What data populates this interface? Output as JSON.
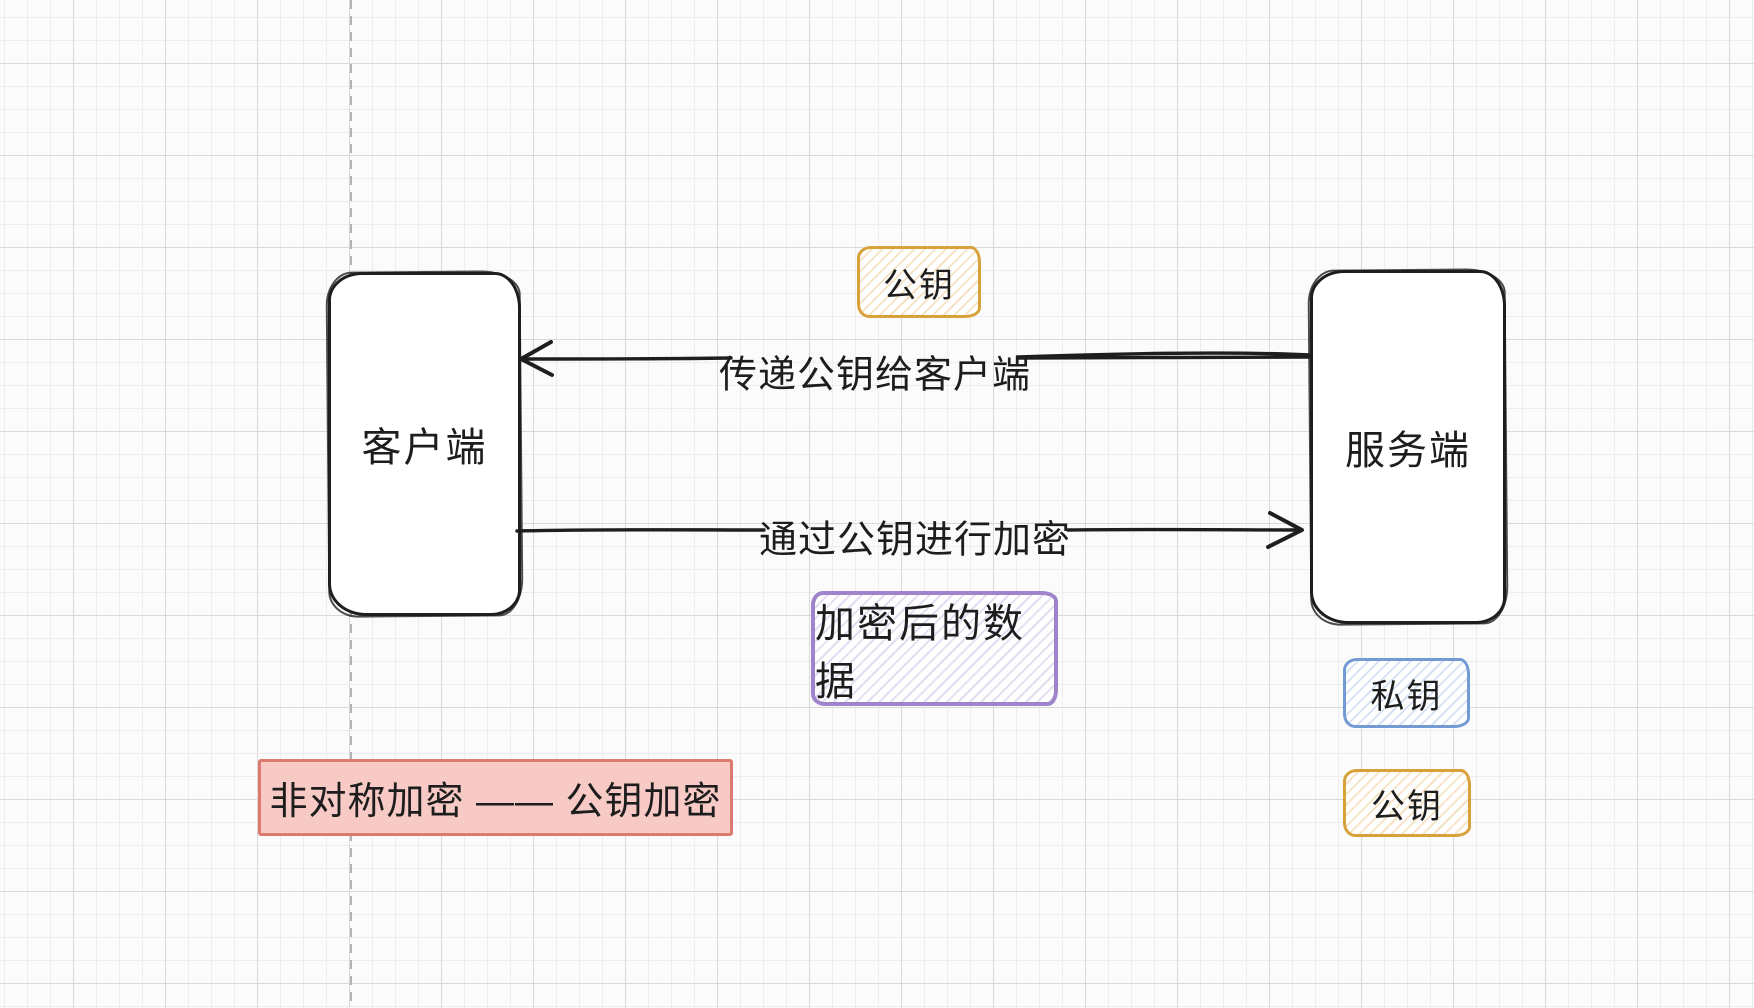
{
  "diagram": {
    "title_caption": {
      "label": "非对称加密 —— 公钥加密",
      "fill_color": "#f8cac5",
      "border_color": "#db7b70"
    },
    "nodes": {
      "client": {
        "label": "客户端"
      },
      "server": {
        "label": "服务端"
      },
      "public_key_top": {
        "label": "公钥",
        "accent_color": "#d9a13a"
      },
      "encrypted_data": {
        "label": "加密后的数据",
        "accent_color": "#9f84cc"
      },
      "private_key": {
        "label": "私钥",
        "accent_color": "#729bd4"
      },
      "public_key_bottom": {
        "label": "公钥",
        "accent_color": "#d9a13a"
      }
    },
    "arrows": {
      "pass_public_key": {
        "label": "传递公钥给客户端",
        "direction": "right-to-left"
      },
      "encrypt_with_public_key": {
        "label": "通过公钥进行加密",
        "direction": "left-to-right"
      }
    },
    "stroke_color": "#1e1e1e"
  }
}
